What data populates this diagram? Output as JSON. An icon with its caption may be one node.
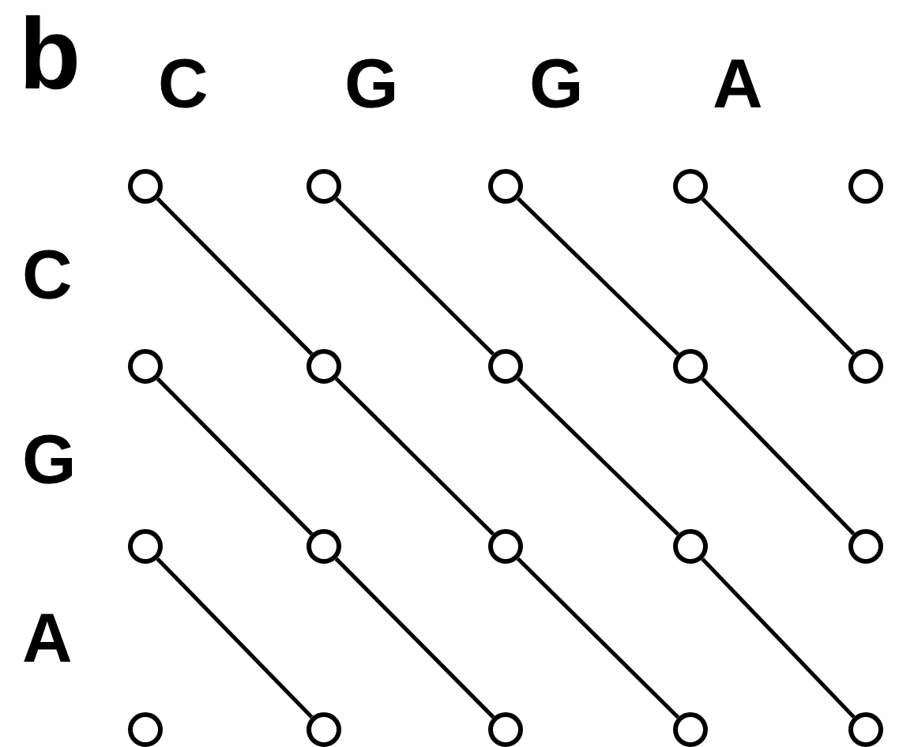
{
  "diagram": {
    "nodes": [
      {
        "text": [],
        "shape": "circle"
      },
      {
        "text": [],
        "shape": "circle"
      },
      {
        "text": [],
        "shape": "circle"
      },
      {
        "text": [],
        "shape": "circle"
      },
      {
        "text": [],
        "shape": "circle"
      },
      {
        "text": [],
        "shape": "circle"
      },
      {
        "text": [],
        "shape": "circle"
      },
      {
        "text": [],
        "shape": "circle"
      },
      {
        "text": [],
        "shape": "circle"
      },
      {
        "text": [],
        "shape": "circle"
      },
      {
        "text": [],
        "shape": "circle"
      },
      {
        "text": [],
        "shape": "circle"
      },
      {
        "text": [],
        "shape": "circle"
      },
      {
        "text": [],
        "shape": "circle"
      },
      {
        "text": [],
        "shape": "circle"
      },
      {
        "text": [],
        "shape": "circle"
      },
      {
        "text": [],
        "shape": "circle"
      },
      {
        "text": [],
        "shape": "circle"
      },
      {
        "text": [],
        "shape": "circle"
      },
      {
        "text": [],
        "shape": "circle"
      }
    ],
    "edges": [
      {
        "from": 0,
        "to": 6,
        "arrow": "none"
      },
      {
        "from": 1,
        "to": 7,
        "arrow": "none"
      },
      {
        "from": 2,
        "to": 8,
        "arrow": "none"
      },
      {
        "from": 3,
        "to": 9,
        "arrow": "none"
      },
      {
        "from": 5,
        "to": 11,
        "arrow": "none"
      },
      {
        "from": 6,
        "to": 12,
        "arrow": "none"
      },
      {
        "from": 7,
        "to": 13,
        "arrow": "none"
      },
      {
        "from": 8,
        "to": 14,
        "arrow": "none"
      },
      {
        "from": 10,
        "to": 16,
        "arrow": "none"
      },
      {
        "from": 11,
        "to": 17,
        "arrow": "none"
      },
      {
        "from": 12,
        "to": 18,
        "arrow": "none"
      },
      {
        "from": 13,
        "to": 19,
        "arrow": "none"
      }
    ],
    "labels": [
      "b",
      "C",
      "G",
      "G",
      "A",
      "C",
      "G",
      "A"
    ]
  }
}
